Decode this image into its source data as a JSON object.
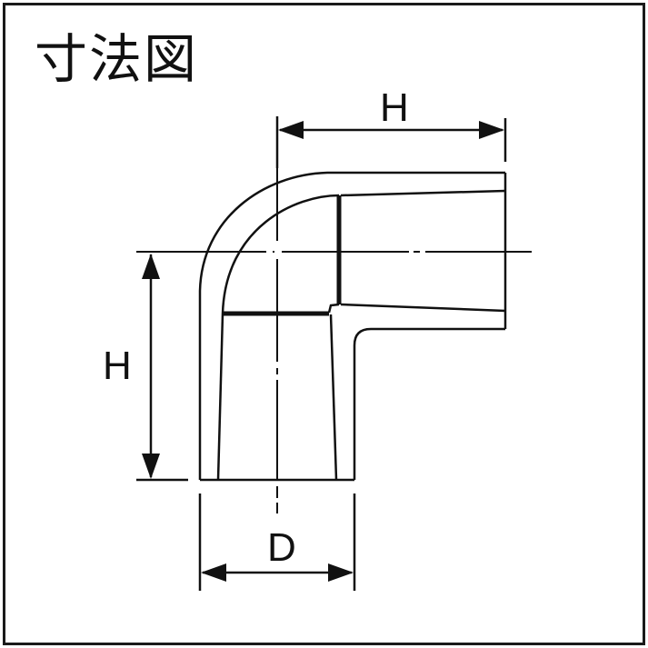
{
  "title": "寸法図",
  "dimensions": {
    "top_width_label": "H",
    "side_height_label": "H",
    "bottom_diameter_label": "D"
  },
  "part": {
    "type": "90-degree elbow fitting",
    "view": "cross-section dimension drawing"
  },
  "colors": {
    "line": "#111111",
    "background": "#ffffff",
    "frame": "#1a1a1a"
  }
}
